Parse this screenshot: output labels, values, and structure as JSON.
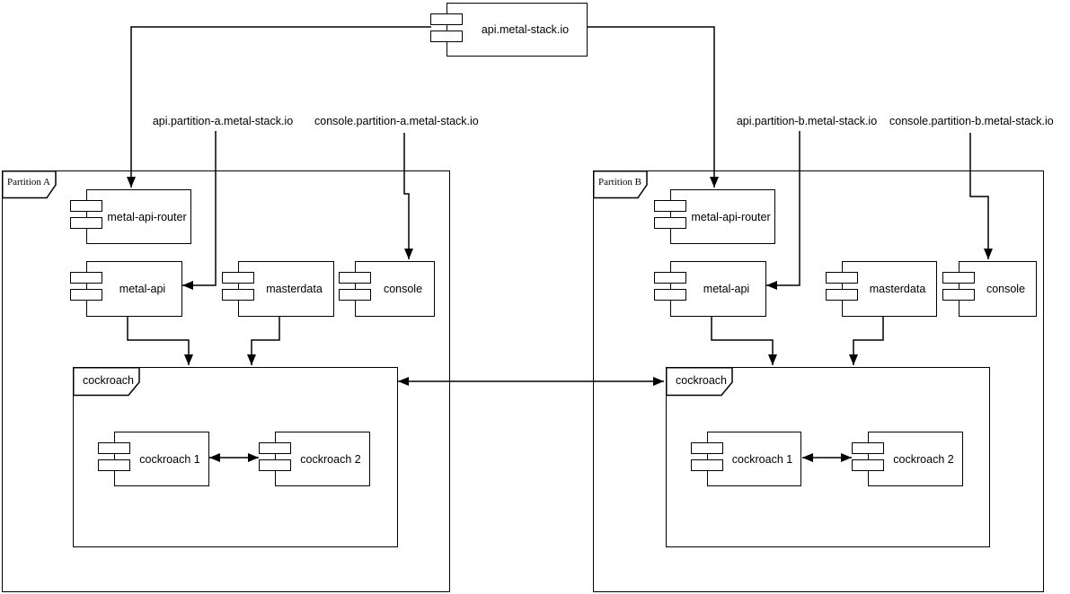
{
  "diagram": {
    "type": "uml-component-diagram",
    "colors": {
      "stroke": "#000000",
      "fill": "#ffffff",
      "background": "#ffffff"
    },
    "root_component": {
      "label": "api.metal-stack.io"
    },
    "external_endpoints": [
      {
        "label": "api.partition-a.metal-stack.io"
      },
      {
        "label": "console.partition-a.metal-stack.io"
      },
      {
        "label": "api.partition-b.metal-stack.io"
      },
      {
        "label": "console.partition-b.metal-stack.io"
      }
    ],
    "partitions": [
      {
        "label": "Partition A",
        "components": [
          {
            "label": "metal-api-router"
          },
          {
            "label": "metal-api"
          },
          {
            "label": "masterdata"
          },
          {
            "label": "console"
          }
        ],
        "cluster": {
          "label": "cockroach",
          "components": [
            {
              "label": "cockroach 1"
            },
            {
              "label": "cockroach 2"
            }
          ]
        }
      },
      {
        "label": "Partition B",
        "components": [
          {
            "label": "metal-api-router"
          },
          {
            "label": "metal-api"
          },
          {
            "label": "masterdata"
          },
          {
            "label": "console"
          }
        ],
        "cluster": {
          "label": "cockroach",
          "components": [
            {
              "label": "cockroach 1"
            },
            {
              "label": "cockroach 2"
            }
          ]
        }
      }
    ],
    "edges": [
      {
        "from": "api.metal-stack.io",
        "to": "partition-a/metal-api-router",
        "arrow": "end"
      },
      {
        "from": "api.metal-stack.io",
        "to": "partition-b/metal-api-router",
        "arrow": "end"
      },
      {
        "from": "api.partition-a.metal-stack.io",
        "to": "partition-a/metal-api",
        "arrow": "end"
      },
      {
        "from": "console.partition-a.metal-stack.io",
        "to": "partition-a/console",
        "arrow": "end"
      },
      {
        "from": "api.partition-b.metal-stack.io",
        "to": "partition-b/metal-api",
        "arrow": "end"
      },
      {
        "from": "console.partition-b.metal-stack.io",
        "to": "partition-b/console",
        "arrow": "end"
      },
      {
        "from": "partition-a/metal-api",
        "to": "partition-a/cockroach",
        "arrow": "end"
      },
      {
        "from": "partition-a/masterdata",
        "to": "partition-a/cockroach",
        "arrow": "end"
      },
      {
        "from": "partition-b/metal-api",
        "to": "partition-b/cockroach",
        "arrow": "end"
      },
      {
        "from": "partition-b/masterdata",
        "to": "partition-b/cockroach",
        "arrow": "end"
      },
      {
        "from": "partition-a/cockroach 1",
        "to": "partition-a/cockroach 2",
        "arrow": "both"
      },
      {
        "from": "partition-b/cockroach 1",
        "to": "partition-b/cockroach 2",
        "arrow": "both"
      },
      {
        "from": "partition-a/cockroach",
        "to": "partition-b/cockroach",
        "arrow": "both"
      }
    ]
  }
}
